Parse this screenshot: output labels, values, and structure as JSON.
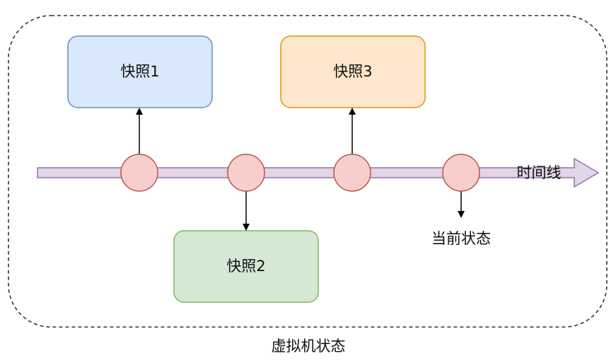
{
  "container_label": "虚拟机状态",
  "timeline_label": "时间线",
  "current_state_label": "当前状态",
  "snapshots": [
    {
      "label": "快照1",
      "fill": "#dae8fc",
      "stroke": "#6c8ebf"
    },
    {
      "label": "快照2",
      "fill": "#d5e8d4",
      "stroke": "#82b366"
    },
    {
      "label": "快照3",
      "fill": "#ffe6cc",
      "stroke": "#d79b00"
    }
  ],
  "colors": {
    "timeline_fill": "#e1d5e7",
    "timeline_stroke": "#9673a6",
    "node_fill": "#f8cecc",
    "node_stroke": "#b85450",
    "container_stroke": "#333333",
    "arrow": "#000000"
  }
}
